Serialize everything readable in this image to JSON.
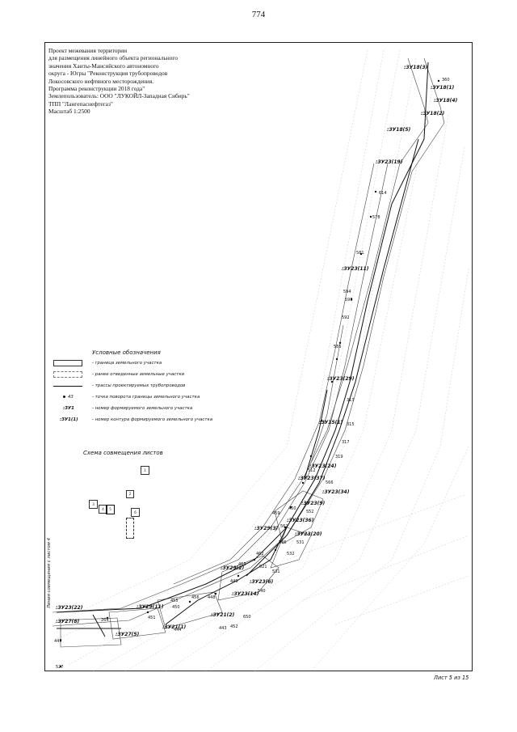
{
  "page_number": "774",
  "title_lines": [
    "Проект межевания территории",
    "для размещения линейного объекта регионального",
    "значения Ханты-Мансийского автономного",
    "округа - Югры \"Реконструкция трубопроводов",
    "Локосовского нефтяного месторождения.",
    "Программа реконструкции 2018 года\"",
    "Землепользователь: ООО \"ЛУКОЙЛ-Западная Сибирь\"",
    "ТПП \"Лангепаснефтегаз\"",
    "Масштаб 1:2500"
  ],
  "legend": {
    "title": "Условные обозначения",
    "items": [
      {
        "symbol": "boundary",
        "text": "- граница земельного участка"
      },
      {
        "symbol": "allocated",
        "text": "- ранее отведенные земельные участки"
      },
      {
        "symbol": "pipeline",
        "text": "- трассы проектируемых трубопроводов"
      },
      {
        "symbol": "point",
        "sym_text": "43",
        "text": "- точка поворота границы земельного участка"
      },
      {
        "symbol": "plot-number",
        "sym_text": ":ЗУ1",
        "text": "- номер формируемого земельного участка"
      },
      {
        "symbol": "contour-number",
        "sym_text": ":ЗУ1(1)",
        "text": "- номер контура формируемого земельного участка"
      }
    ]
  },
  "scheme": {
    "title": "Схема совмещения листов",
    "boxes": [
      "1",
      "2",
      "3",
      "4",
      "5",
      "6"
    ]
  },
  "side_label": "Линия совмещения с листом 4",
  "sheet_footer": "Лист 5 из 15",
  "plot_labels": [
    ":ЗУ18(3)",
    ":ЗУ18(1)",
    ":ЗУ18(4)",
    ":ЗУ18(2)",
    ":ЗУ18(5)",
    ":ЗУ23(19)",
    ":ЗУ23(11)",
    ":ЗУ23(29)",
    ":ЗУ15(1)",
    ":ЗУ23(24)",
    ":ЗУ23(37)",
    ":ЗУ23(34)",
    ":ЗУ23(9)",
    ":ЗУ23(36)",
    ":ЗУ29(3)",
    ":ЗУ23(20)",
    ":ЗУ29(2)",
    ":ЗУ23(6)",
    ":ЗУ23(14)",
    ":ЗУ21(2)",
    ":ЗУ21(1)",
    ":ЗУ27(5)",
    ":ЗУ23(22)",
    ":ЗУ29(11)",
    ":ЗУ27(8)"
  ],
  "point_labels": [
    "360",
    "614",
    "578",
    "581",
    "594",
    "593",
    "592",
    "585",
    "313",
    "315",
    "317",
    "319",
    "512",
    "566",
    "460",
    "459",
    "552",
    "562",
    "531",
    "506",
    "532",
    "463",
    "462",
    "521",
    "540",
    "449",
    "531",
    "455",
    "456",
    "448",
    "450",
    "451",
    "650",
    "452",
    "444",
    "443",
    "264",
    "447",
    "527"
  ]
}
